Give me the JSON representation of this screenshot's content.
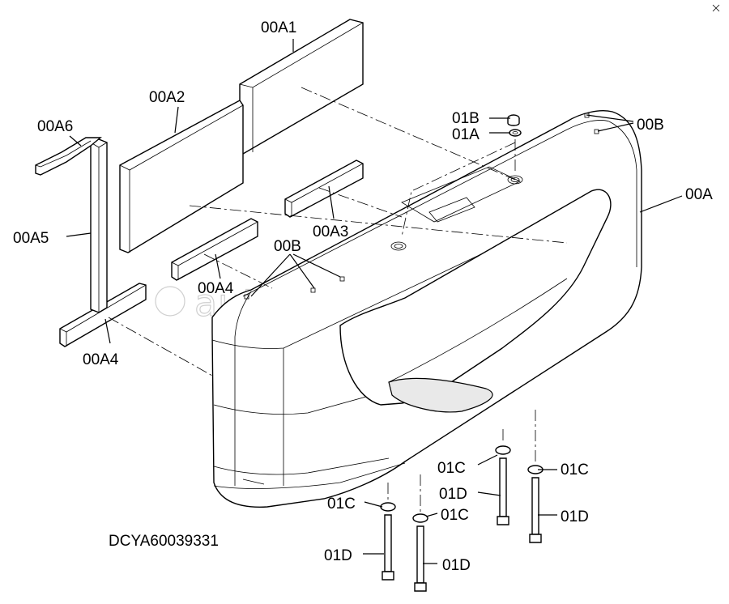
{
  "labels": {
    "a1": "00A1",
    "a2": "00A2",
    "a6": "00A6",
    "a5": "00A5",
    "a3": "00A3",
    "a4_top": "00A4",
    "a4_bottom": "00A4",
    "b_top": "00B",
    "b_mid": "00B",
    "a": "00A",
    "b01": "01B",
    "a01": "01A",
    "c_1": "01C",
    "c_2": "01C",
    "c_3": "01C",
    "c_4": "01C",
    "d_1": "01D",
    "d_2": "01D",
    "d_3": "01D",
    "d_4": "01D"
  },
  "drawing_code": "DCYA60039331",
  "watermark": "autopiter.ru"
}
